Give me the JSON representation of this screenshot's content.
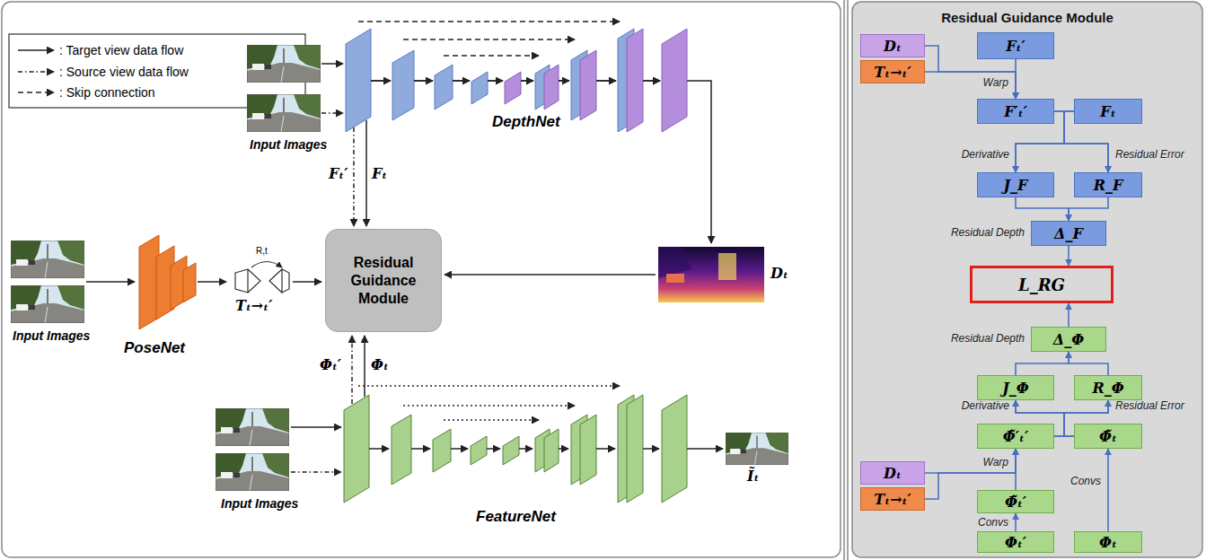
{
  "diagram": {
    "nodes": [
      {
        "text": [
          "Residual Guidance Module"
        ]
      },
      {
        "text": [
          "Residual Guidance Module"
        ]
      },
      {
        "text": [
          "Dₜ"
        ],
        "in": 1
      },
      {
        "text": [
          "Tₜ→ₜ′"
        ],
        "in": 1
      },
      {
        "text": [
          "Fₜ′"
        ],
        "in": 1
      },
      {
        "text": [
          "F′ₜ′"
        ],
        "in": 1
      },
      {
        "text": [
          "Fₜ"
        ],
        "in": 1
      },
      {
        "text": [
          "J_F"
        ],
        "in": 1
      },
      {
        "text": [
          "R_F"
        ],
        "in": 1
      },
      {
        "text": [
          "Δ_F"
        ],
        "in": 1
      },
      {
        "text": [
          "L_RG"
        ],
        "in": 1
      },
      {
        "text": [
          "Δ_Φ"
        ],
        "in": 1
      },
      {
        "text": [
          "J_Φ"
        ],
        "in": 1
      },
      {
        "text": [
          "R_Φ"
        ],
        "in": 1
      },
      {
        "text": [
          "Φ̃′ₜ′"
        ],
        "in": 1
      },
      {
        "text": [
          "Φ̃ₜ"
        ],
        "in": 1
      },
      {
        "text": [
          "Dₜ"
        ],
        "in": 1
      },
      {
        "text": [
          "Tₜ→ₜ′"
        ],
        "in": 1
      },
      {
        "text": [
          "Φ̃ₜ′"
        ],
        "in": 1
      },
      {
        "text": [
          "Φₜ′"
        ],
        "in": 1
      },
      {
        "text": [
          "Φₜ"
        ],
        "in": 1
      }
    ],
    "edges": [
      {
        "from": 4,
        "to": 5,
        "arrow": "to",
        "label": "Warp"
      },
      {
        "from": 2,
        "to": 5,
        "arrow": "to"
      },
      {
        "from": 3,
        "to": 5,
        "arrow": "to"
      },
      {
        "from": 5,
        "to": 7,
        "arrow": "to",
        "label": "Derivative"
      },
      {
        "from": 5,
        "to": 8,
        "arrow": "to",
        "label": "Residual Error"
      },
      {
        "from": 6,
        "to": 7,
        "arrow": "to"
      },
      {
        "from": 6,
        "to": 8,
        "arrow": "to"
      },
      {
        "from": 7,
        "to": 9,
        "arrow": "to",
        "label": "Residual Depth"
      },
      {
        "from": 8,
        "to": 9,
        "arrow": "to"
      },
      {
        "from": 9,
        "to": 10,
        "arrow": "to"
      },
      {
        "from": 11,
        "to": 10,
        "arrow": "to"
      },
      {
        "from": 12,
        "to": 11,
        "arrow": "to",
        "label": "Residual Depth"
      },
      {
        "from": 13,
        "to": 11,
        "arrow": "to"
      },
      {
        "from": 14,
        "to": 12,
        "arrow": "to",
        "label": "Derivative"
      },
      {
        "from": 14,
        "to": 13,
        "arrow": "to",
        "label": "Residual Error"
      },
      {
        "from": 15,
        "to": 12,
        "arrow": "to"
      },
      {
        "from": 15,
        "to": 13,
        "arrow": "to"
      },
      {
        "from": 18,
        "to": 14,
        "arrow": "to",
        "label": "Warp"
      },
      {
        "from": 16,
        "to": 14,
        "arrow": "to"
      },
      {
        "from": 17,
        "to": 14,
        "arrow": "to"
      },
      {
        "from": 19,
        "to": 18,
        "arrow": "to",
        "label": "Convs"
      },
      {
        "from": 20,
        "to": 15,
        "arrow": "to",
        "label": "Convs"
      }
    ],
    "labels": [
      "Input Images",
      "Input Images",
      "Input Images",
      "DepthNet",
      "PoseNet",
      "FeatureNet",
      "Fₜ′",
      "Fₜ",
      "Φₜ′",
      "Φₜ",
      "R,t",
      "Tₜ→ₜ′",
      "Dₜ",
      "Ĩₜ"
    ],
    "legend": [
      {
        "text": ": Target view data flow"
      },
      {
        "text": ": Source view data flow"
      },
      {
        "text": ": Skip connection"
      }
    ]
  }
}
